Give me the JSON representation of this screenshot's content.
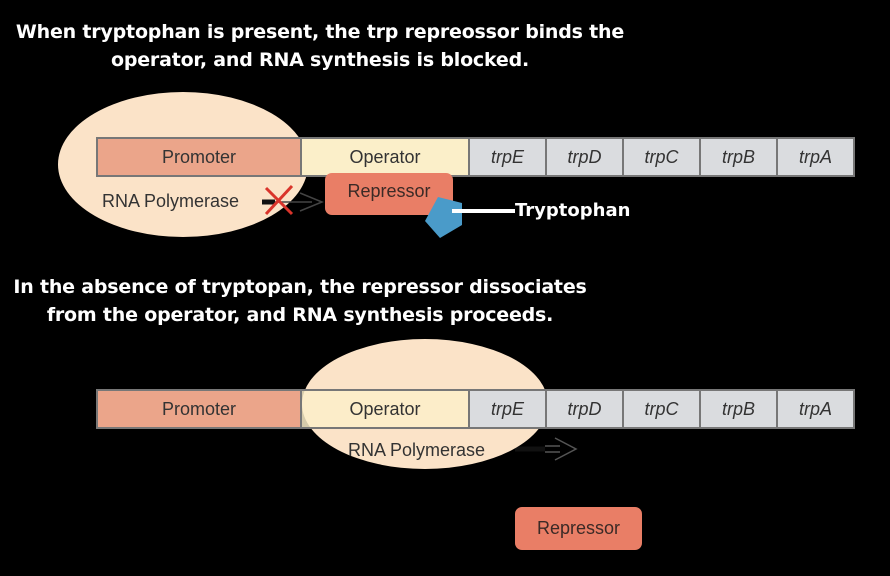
{
  "panel_top": {
    "caption": "When tryptophan is present, the trp repreossor binds the operator, and RNA synthesis is blocked.",
    "segments": {
      "promoter": "Promoter",
      "operator": "Operator",
      "genes": [
        "trpE",
        "trpD",
        "trpC",
        "trpB",
        "trpA"
      ]
    },
    "rna_polymerase": "RNA Polymerase",
    "repressor": "Repressor",
    "tryptophan_label": "Tryptophan",
    "blocked_marker": "x-mark",
    "colors": {
      "polymerase": "#fbe3c8",
      "promoter": "#eba58a",
      "operator": "#fbefc9",
      "gene": "#dadcdf",
      "repressor": "#e97e66",
      "tryptophan": "#4a9bc9",
      "x_mark": "#d9342b"
    }
  },
  "panel_bottom": {
    "caption": "In the absence of tryptopan, the repressor dissociates from the operator, and RNA synthesis proceeds.",
    "segments": {
      "promoter": "Promoter",
      "operator": "Operator",
      "genes": [
        "trpE",
        "trpD",
        "trpC",
        "trpB",
        "trpA"
      ]
    },
    "rna_polymerase": "RNA Polymerase",
    "repressor": "Repressor"
  }
}
